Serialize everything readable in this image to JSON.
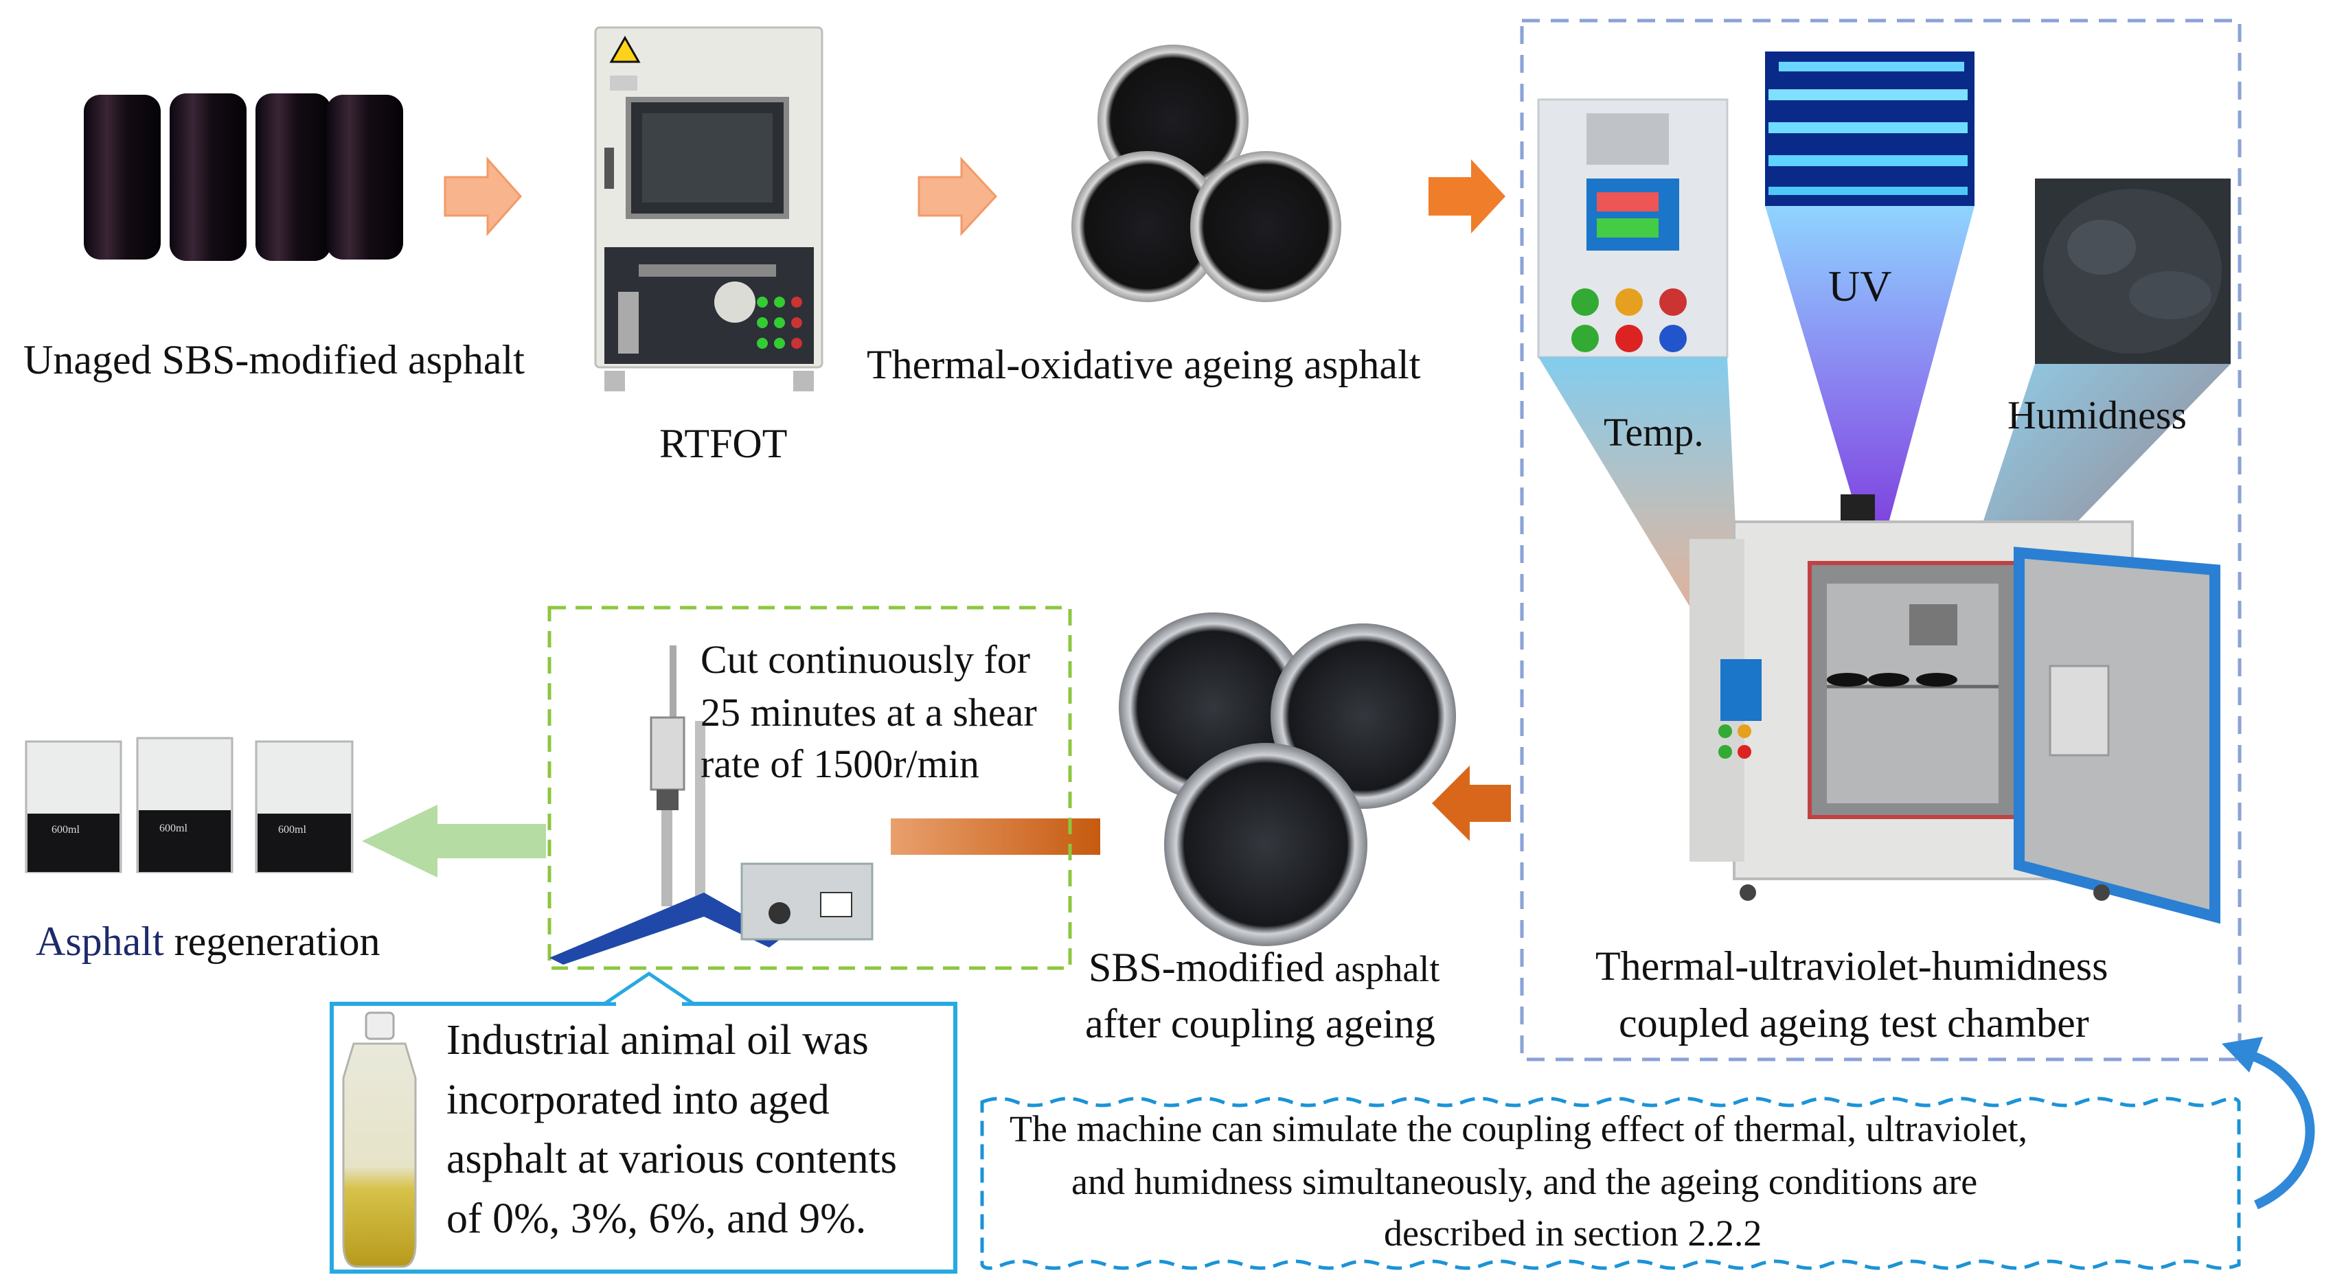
{
  "labels": {
    "unaged": "Unaged SBS-modified asphalt",
    "rtfot": "RTFOT",
    "thermal_oxidative": "Thermal-oxidative ageing asphalt",
    "temp": "Temp.",
    "uv": "UV",
    "humidness": "Humidness",
    "chamber_line1": "Thermal-ultraviolet-humidness",
    "chamber_line2": "coupled ageing test chamber",
    "coupled_line1_a": "SBS-modified ",
    "coupled_line1_b": "asphalt",
    "coupled_line2": "after coupling ageing",
    "shear_line1": "Cut continuously for",
    "shear_line2": "25 minutes at a shear",
    "shear_line3": "rate of 1500r/min",
    "regen_a": "Asphalt",
    "regen_b": " regeneration",
    "oil_line1": "Industrial animal oil was",
    "oil_line2": "incorporated into aged",
    "oil_line3": "asphalt at various contents",
    "oil_line4": "of 0%, 3%, 6%, and 9%.",
    "note_line1": "The machine can simulate the coupling effect of thermal, ultraviolet,",
    "note_line2": "and humidness simultaneously, and the ageing conditions are",
    "note_line3": "described in section 2.2.2",
    "beaker_marks": [
      "600ml",
      "600ml",
      "600ml"
    ]
  },
  "colors": {
    "arrow_light_orange": "#f8b48c",
    "arrow_orange": "#f07d2a",
    "arrow_dark_orange": "#d8671c",
    "arrow_green": "#b5dca3",
    "dashed_blue": "#8aa2d6",
    "dashed_green": "#8cc63f",
    "box_cyan": "#27a9e1",
    "note_border": "#1c93d6",
    "curved_arrow": "#2f88d8",
    "regen_navy": "#1d2a6b"
  }
}
